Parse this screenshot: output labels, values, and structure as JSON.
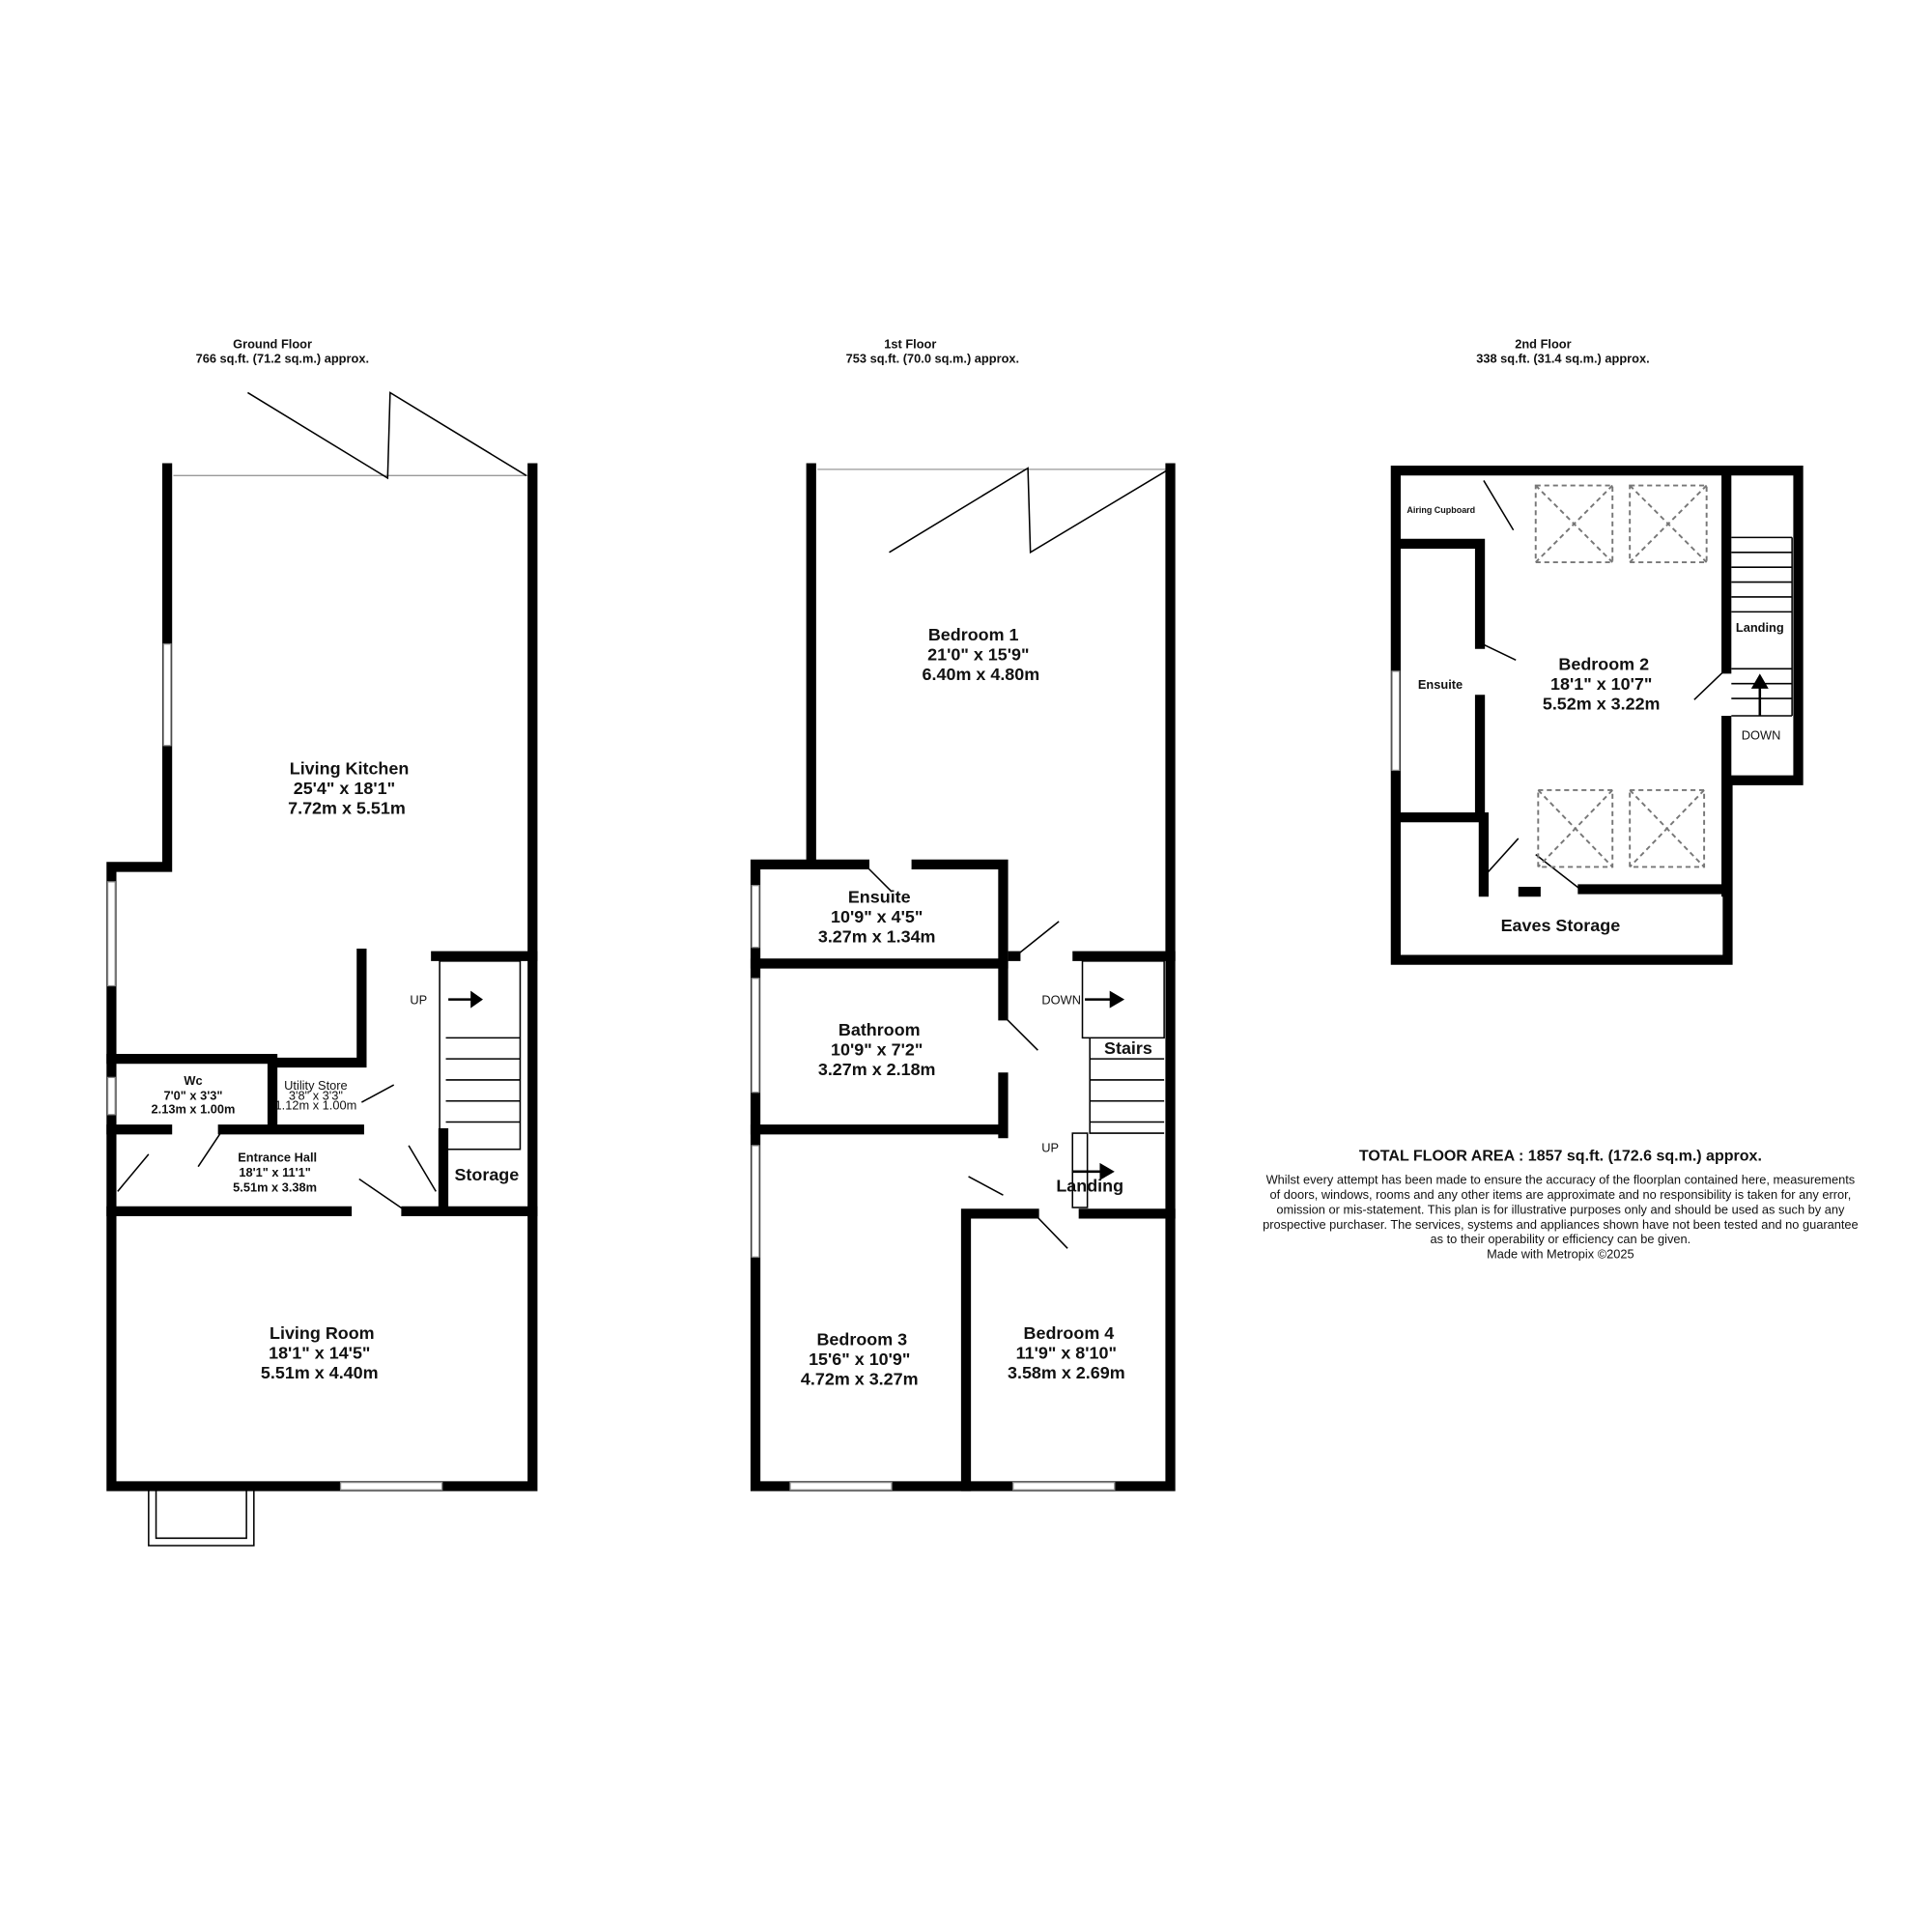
{
  "floors": [
    {
      "name": "Ground Floor",
      "area": "766 sq.ft. (71.2 sq.m.) approx.",
      "rooms": [
        {
          "name": "Living Kitchen",
          "imperial": "25'4\"  x 18'1\"",
          "metric": "7.72m  x 5.51m"
        },
        {
          "name": "Wc",
          "imperial": "7'0\"  x 3'3\"",
          "metric": "2.13m  x 1.00m"
        },
        {
          "name": "Utility Store",
          "imperial": "3'8\"  x 3'3\"",
          "metric": "1.12m  x 1.00m"
        },
        {
          "name": "Entrance Hall",
          "imperial": "18'1\"  x 11'1\"",
          "metric": "5.51m  x 3.38m"
        },
        {
          "name": "Storage"
        },
        {
          "name": "Living Room",
          "imperial": "18'1\"  x 14'5\"",
          "metric": "5.51m  x 4.40m"
        }
      ],
      "stair_label": "UP"
    },
    {
      "name": "1st Floor",
      "area": "753 sq.ft. (70.0 sq.m.) approx.",
      "rooms": [
        {
          "name": "Bedroom 1",
          "imperial": "21'0\"  x 15'9\"",
          "metric": "6.40m  x 4.80m"
        },
        {
          "name": "Ensuite",
          "imperial": "10'9\"  x 4'5\"",
          "metric": "3.27m  x 1.34m"
        },
        {
          "name": "Bathroom",
          "imperial": "10'9\"  x 7'2\"",
          "metric": "3.27m  x 2.18m"
        },
        {
          "name": "Stairs"
        },
        {
          "name": "Landing"
        },
        {
          "name": "Bedroom 3",
          "imperial": "15'6\"  x 10'9\"",
          "metric": "4.72m  x 3.27m"
        },
        {
          "name": "Bedroom 4",
          "imperial": "11'9\"  x 8'10\"",
          "metric": "3.58m  x 2.69m"
        }
      ],
      "stair_down_label": "DOWN",
      "stair_up_label": "UP"
    },
    {
      "name": "2nd Floor",
      "area": "338 sq.ft. (31.4 sq.m.) approx.",
      "rooms": [
        {
          "name": "Airing Cupboard"
        },
        {
          "name": "Ensuite"
        },
        {
          "name": "Bedroom 2",
          "imperial": "18'1\"  x 10'7\"",
          "metric": "5.52m  x 3.22m"
        },
        {
          "name": "Landing"
        },
        {
          "name": "Eaves Storage"
        }
      ],
      "stair_label": "DOWN"
    }
  ],
  "total": "TOTAL FLOOR AREA : 1857 sq.ft. (172.6 sq.m.) approx.",
  "disclaimer": [
    "Whilst every attempt has been made to ensure the accuracy of the floorplan contained here, measurements",
    "of doors, windows, rooms and any other items are approximate and no responsibility is taken for any error,",
    "omission or mis-statement. This plan is for illustrative purposes only and should be used as such by any",
    "prospective purchaser. The services, systems and appliances shown have not been tested and no guarantee",
    "as to their operability or efficiency can be given."
  ],
  "credit": "Made with Metropix ©2025"
}
